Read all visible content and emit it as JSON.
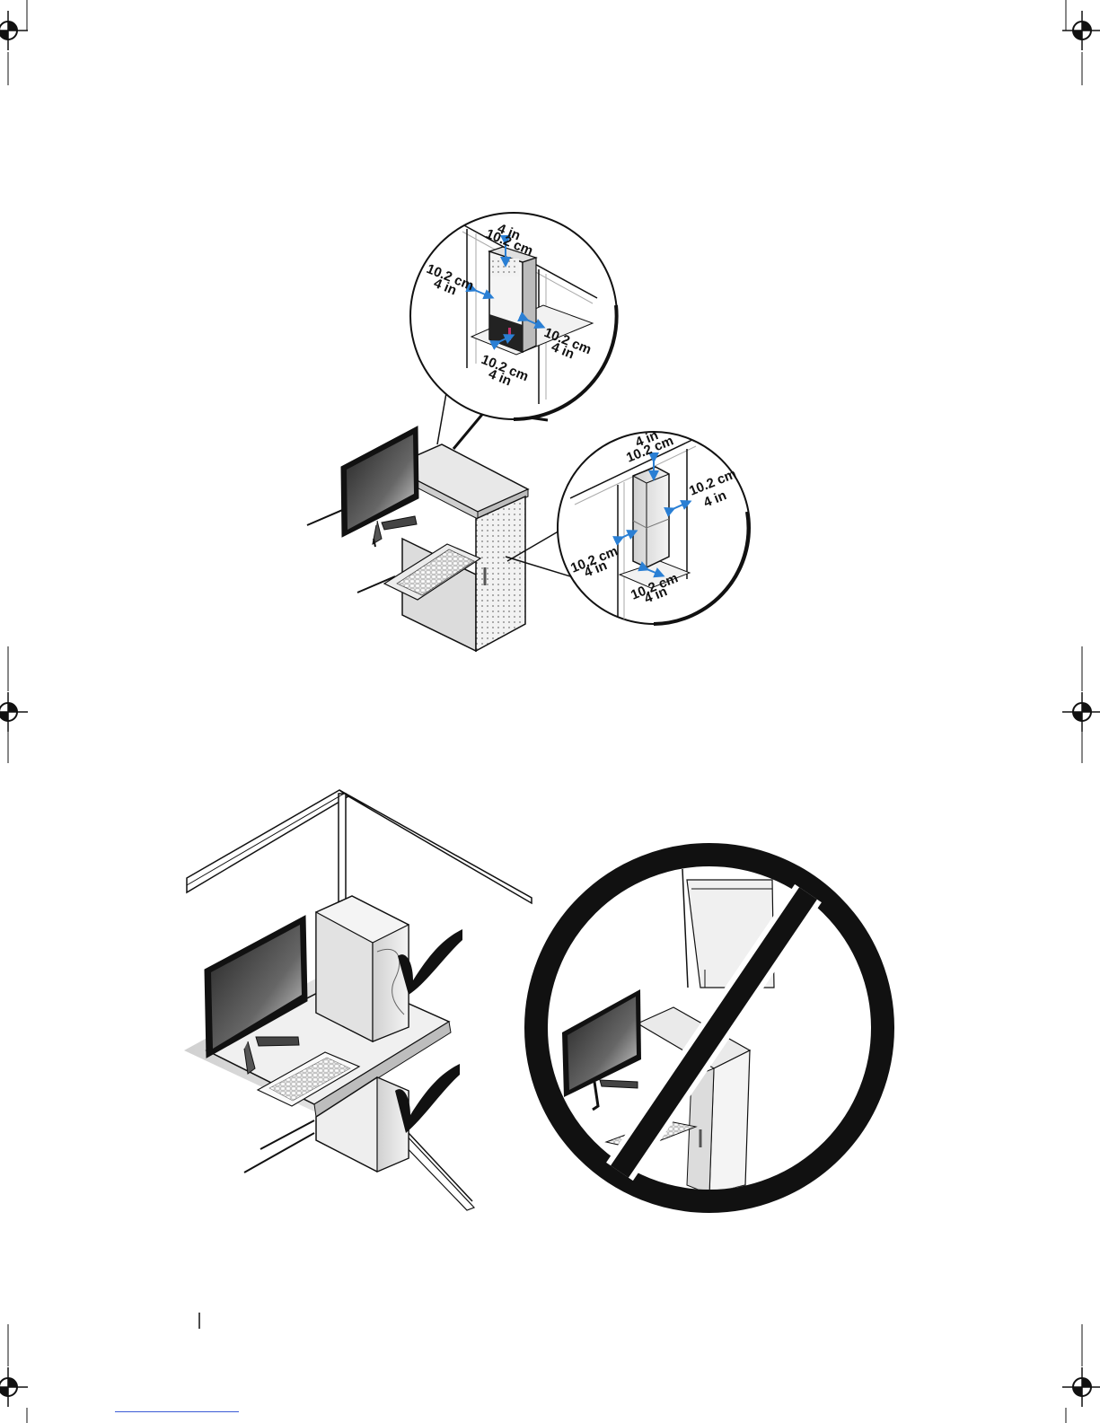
{
  "figure1": {
    "callout_top": {
      "top_in": "4 in",
      "top_cm": "10.2 cm",
      "left_cm": "10.2 cm",
      "left_in": "4 in",
      "right_cm": "10.2 cm",
      "right_in": "4 in",
      "bottom_cm": "10.2 cm",
      "bottom_in": "4 in"
    },
    "callout_side": {
      "top_in": "4 in",
      "top_cm": "10.2 cm",
      "right_cm": "10.2 cm",
      "right_in": "4 in",
      "left_cm": "10.2 cm",
      "left_in": "4 in",
      "bottom_cm": "10.2 cm",
      "bottom_in": "4 in"
    }
  },
  "colors": {
    "ink": "#111111",
    "arrow": "#2a7fd4",
    "gray_light": "#e6e6e6",
    "gray_mid": "#c8c8c8"
  },
  "icons": [
    "registration-mark-icon",
    "checkmark-icon",
    "prohibited-icon"
  ]
}
